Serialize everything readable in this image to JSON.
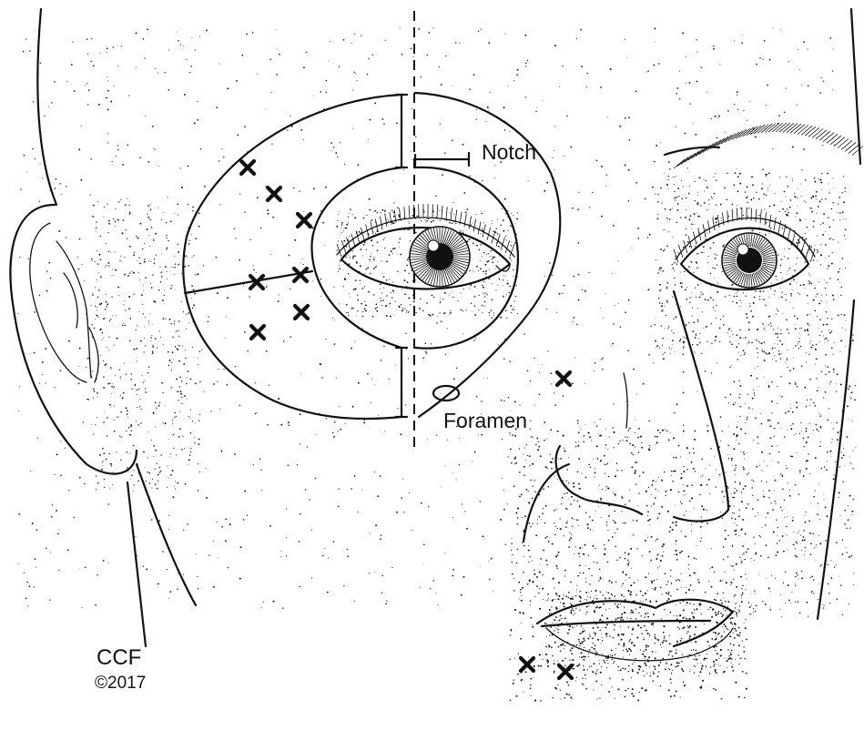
{
  "labels": {
    "notch": "Notch",
    "foramen": "Foramen"
  },
  "credit": {
    "studio": "CCF",
    "year": "©2017"
  },
  "colors": {
    "ink": "#111111",
    "background": "#ffffff"
  },
  "marker_symbol": "x-mark"
}
